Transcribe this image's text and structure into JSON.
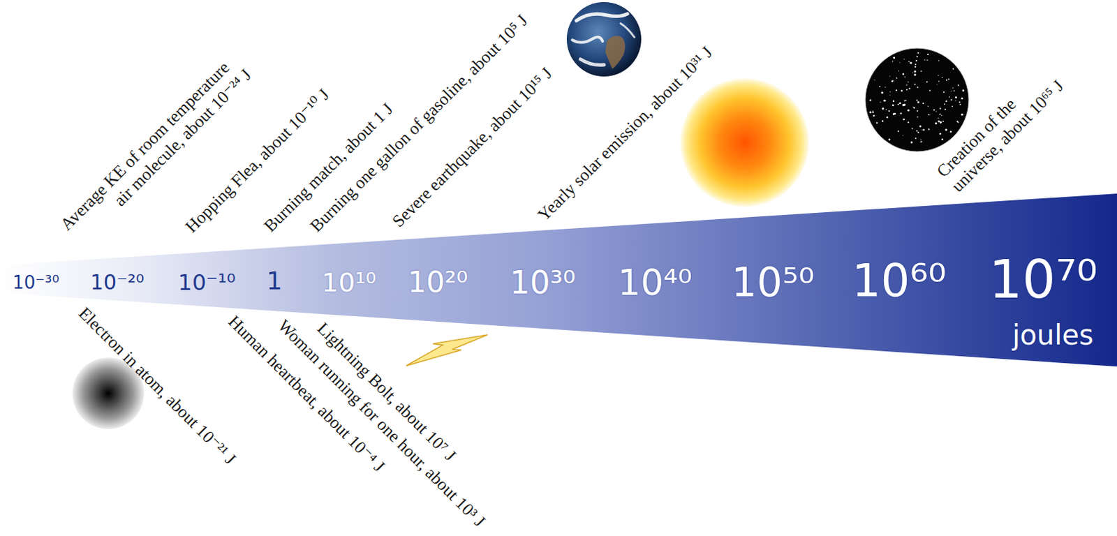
{
  "diagram": {
    "labels": [
      "Average KE of room temperature air molecule, about 10⁻²⁴ J",
      "Hopping Flea, about 10⁻¹⁰ J",
      "Burning match, about 1 J",
      "Burning one gallon of gasoline, about 10⁵ J",
      "Severe earthquake, about 10¹⁵ J",
      "Yearly solar emission, about 10³¹ J",
      "Creation of the universe, about 10⁶⁵ J",
      "10⁻³⁰",
      "10⁻²⁰",
      "10⁻¹⁰",
      "1",
      "10¹⁰",
      "10²⁰",
      "10³⁰",
      "10⁴⁰",
      "10⁵⁰",
      "10⁶⁰",
      "10⁷⁰",
      "joules",
      "Electron in atom, about 10⁻²¹ J",
      "Human heartbeat, about 10⁻⁴ J",
      "Woman running for one hour, about 10³ J",
      "Lightning Bolt, about 10⁷ J"
    ]
  }
}
